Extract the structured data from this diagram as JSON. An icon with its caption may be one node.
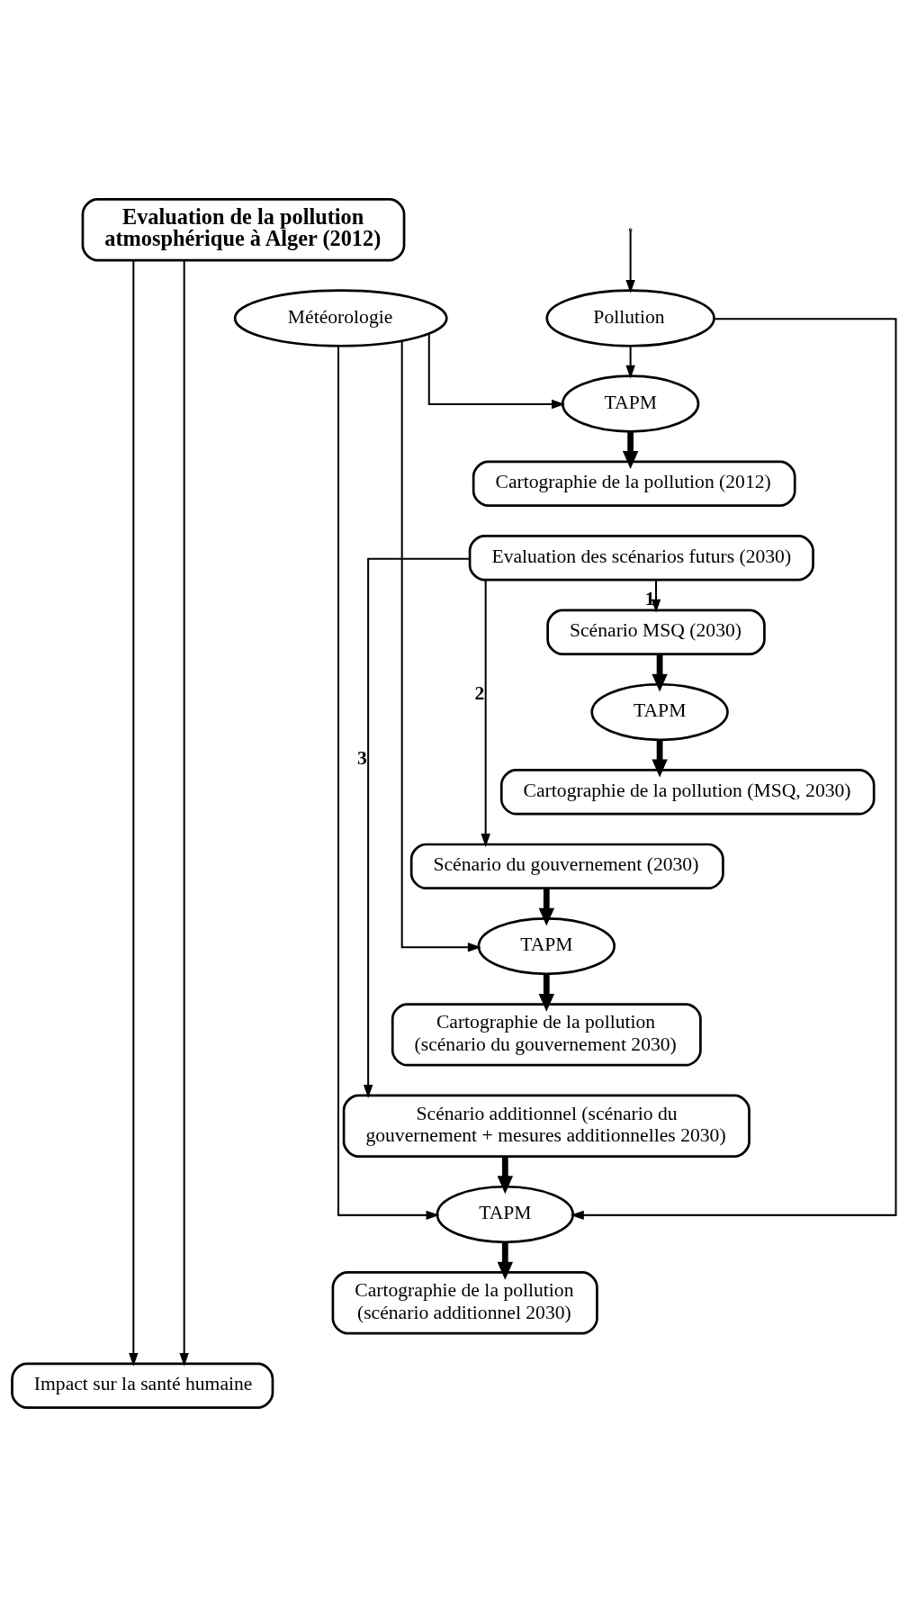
{
  "diagram": {
    "nodes": [
      {
        "text": [
          "Evaluation de la pollution atmosphérique à Alger (2012)"
        ]
      },
      {
        "text": [
          "Météorologie"
        ]
      },
      {
        "text": [
          "Pollution"
        ]
      },
      {
        "text": [
          "TAPM"
        ]
      },
      {
        "text": [
          "Cartographie de la pollution (2012)"
        ]
      },
      {
        "text": [
          "Evaluation des scénarios futurs (2030)"
        ]
      },
      {
        "text": [
          "Scénario MSQ (2030)"
        ]
      },
      {
        "text": [
          "TAPM"
        ]
      },
      {
        "text": [
          "Cartographie de la pollution (MSQ, 2030)"
        ]
      },
      {
        "text": [
          "Scénario du gouvernement (2030)"
        ]
      },
      {
        "text": [
          "TAPM"
        ]
      },
      {
        "text": [
          "Cartographie de la pollution (scénario du gouvernement 2030)"
        ]
      },
      {
        "text": [
          "Scénario additionnel (scénario du gouvernement + mesures additionnelles 2030)"
        ]
      },
      {
        "text": [
          "TAPM"
        ]
      },
      {
        "text": [
          "Cartographie de la pollution (scénario additionnel 2030)"
        ]
      },
      {
        "text": [
          "Impact sur la santé humaine"
        ]
      }
    ],
    "edges": [
      {
        "from": 1,
        "to": 3,
        "arrow": "to"
      },
      {
        "from": 2,
        "to": 3,
        "arrow": "to"
      },
      {
        "from": 3,
        "to": 4,
        "arrow": "to",
        "style": "thick"
      },
      {
        "from": 5,
        "to": 6,
        "arrow": "to",
        "label": "1"
      },
      {
        "from": 6,
        "to": 7,
        "arrow": "to",
        "style": "thick"
      },
      {
        "from": 7,
        "to": 8,
        "arrow": "to",
        "style": "thick"
      },
      {
        "from": 5,
        "to": 9,
        "arrow": "to",
        "label": "2"
      },
      {
        "from": 9,
        "to": 10,
        "arrow": "to",
        "style": "thick"
      },
      {
        "from": 1,
        "to": 10,
        "arrow": "to"
      },
      {
        "from": 10,
        "to": 11,
        "arrow": "to",
        "style": "thick"
      },
      {
        "from": 5,
        "to": 12,
        "arrow": "to",
        "label": "3"
      },
      {
        "from": 12,
        "to": 13,
        "arrow": "to",
        "style": "thick"
      },
      {
        "from": 1,
        "to": 13,
        "arrow": "to"
      },
      {
        "from": 2,
        "to": 13,
        "arrow": "to"
      },
      {
        "from": 13,
        "to": 14,
        "arrow": "to",
        "style": "thick"
      },
      {
        "from": 0,
        "to": 15,
        "arrow": "to"
      },
      {
        "from": 0,
        "to": 15,
        "arrow": "to"
      },
      {
        "from": null,
        "to": 2,
        "arrow": "to"
      }
    ]
  }
}
